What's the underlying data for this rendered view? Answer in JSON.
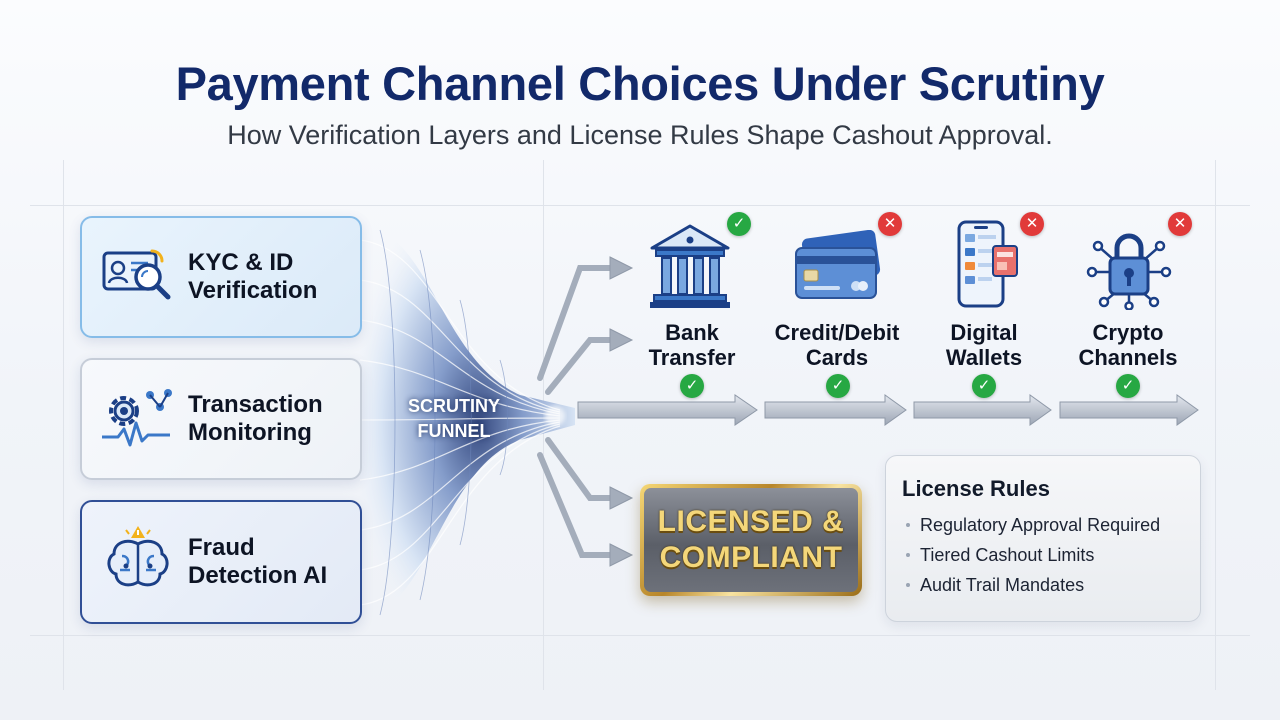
{
  "header": {
    "title": "Payment Channel Choices Under Scrutiny",
    "subtitle": "How Verification Layers and License Rules Shape Cashout Approval."
  },
  "layers": [
    {
      "line1": "KYC & ID",
      "line2": "Verification",
      "icon": "id-card-magnifier-icon"
    },
    {
      "line1": "Transaction",
      "line2": "Monitoring",
      "icon": "gear-pulse-icon"
    },
    {
      "line1": "Fraud",
      "line2": "Detection AI",
      "icon": "brain-circuit-icon"
    }
  ],
  "funnel": {
    "line1": "SCRUTINY",
    "line2": "FUNNEL"
  },
  "channels": [
    {
      "line1": "Bank",
      "line2": "Transfer",
      "icon": "bank-icon",
      "top_status": "approved",
      "bottom_status": "approved"
    },
    {
      "line1": "Credit/Debit",
      "line2": "Cards",
      "icon": "credit-card-icon",
      "top_status": "rejected",
      "bottom_status": "approved"
    },
    {
      "line1": "Digital",
      "line2": "Wallets",
      "icon": "smartphone-wallet-icon",
      "top_status": "rejected",
      "bottom_status": "approved"
    },
    {
      "line1": "Crypto",
      "line2": "Channels",
      "icon": "padlock-network-icon",
      "top_status": "rejected",
      "bottom_status": "approved"
    }
  ],
  "compliance_badge": {
    "line1": "LICENSED &",
    "line2": "COMPLIANT"
  },
  "license_rules": {
    "title": "License Rules",
    "items": [
      "Regulatory Approval Required",
      "Tiered Cashout Limits",
      "Audit Trail Mandates"
    ]
  },
  "colors": {
    "title": "#12296a",
    "approved": "#27a843",
    "rejected": "#e13a3a",
    "accent_blue": "#2c5aa8",
    "gold": "#c9a13f"
  }
}
